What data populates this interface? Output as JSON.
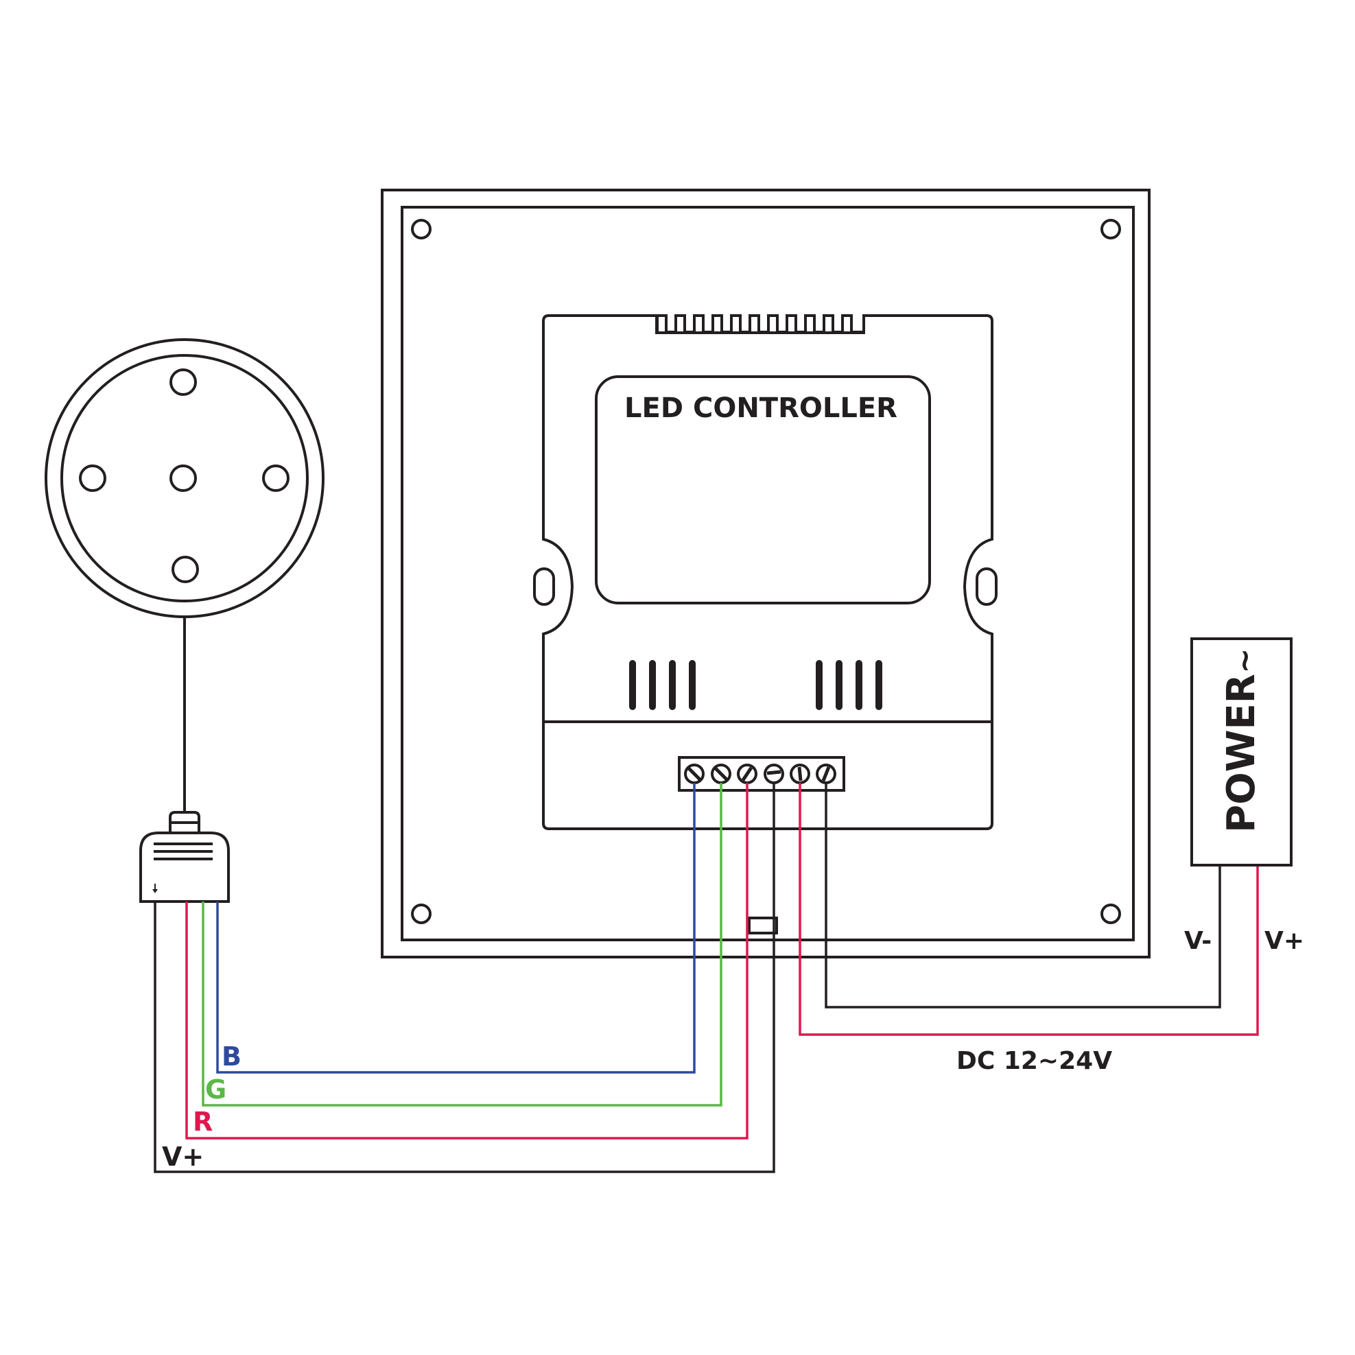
{
  "labels": {
    "controller": "LED CONTROLLER",
    "power": "POWER",
    "power_symbol": "~",
    "power_neg": "V-",
    "power_pos": "V+",
    "supply": "DC 12~24V",
    "wire_b": "B",
    "wire_g": "G",
    "wire_r": "R",
    "wire_vplus": "V+"
  },
  "colors": {
    "outline": "#231f20",
    "blue": "#2e4a9e",
    "green": "#5bb847",
    "red": "#e0174f",
    "black": "#231f20"
  }
}
